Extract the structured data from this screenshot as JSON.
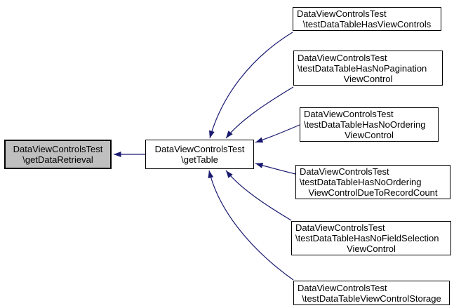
{
  "diagram": {
    "type": "caller-graph",
    "description": "Callers of DataViewControlsTest\\getDataRetrieval via DataViewControlsTest\\getTable"
  },
  "colors": {
    "edge": "#191970",
    "node_border": "#000000",
    "node_fill": "#ffffff",
    "highlight_fill": "#bfbfbf"
  },
  "nodes": {
    "getDataRetrieval": {
      "lines": [
        "DataViewControlsTest",
        "\\getDataRetrieval"
      ],
      "highlighted": true
    },
    "getTable": {
      "lines": [
        "DataViewControlsTest",
        "\\getTable"
      ],
      "highlighted": false
    },
    "hasViewControls": {
      "lines": [
        "DataViewControlsTest",
        "\\testDataTableHasViewControls"
      ],
      "highlighted": false
    },
    "hasNoPaginationViewControl": {
      "lines": [
        "DataViewControlsTest",
        "\\testDataTableHasNoPagination",
        "ViewControl"
      ],
      "highlighted": false
    },
    "hasNoOrderingViewControl": {
      "lines": [
        "DataViewControlsTest",
        "\\testDataTableHasNoOrdering",
        "ViewControl"
      ],
      "highlighted": false
    },
    "hasNoOrderingViewControlDueToRecordCount": {
      "lines": [
        "DataViewControlsTest",
        "\\testDataTableHasNoOrdering",
        "ViewControlDueToRecordCount"
      ],
      "highlighted": false
    },
    "hasNoFieldSelectionViewControl": {
      "lines": [
        "DataViewControlsTest",
        "\\testDataTableHasNoFieldSelection",
        "ViewControl"
      ],
      "highlighted": false
    },
    "viewControlStorage": {
      "lines": [
        "DataViewControlsTest",
        "\\testDataTableViewControlStorage"
      ],
      "highlighted": false
    }
  },
  "edges": [
    {
      "from": "DataViewControlsTest\\getTable",
      "to": "DataViewControlsTest\\getDataRetrieval"
    },
    {
      "from": "DataViewControlsTest\\testDataTableHasViewControls",
      "to": "DataViewControlsTest\\getTable"
    },
    {
      "from": "DataViewControlsTest\\testDataTableHasNoPaginationViewControl",
      "to": "DataViewControlsTest\\getTable"
    },
    {
      "from": "DataViewControlsTest\\testDataTableHasNoOrderingViewControl",
      "to": "DataViewControlsTest\\getTable"
    },
    {
      "from": "DataViewControlsTest\\testDataTableHasNoOrderingViewControlDueToRecordCount",
      "to": "DataViewControlsTest\\getTable"
    },
    {
      "from": "DataViewControlsTest\\testDataTableHasNoFieldSelectionViewControl",
      "to": "DataViewControlsTest\\getTable"
    },
    {
      "from": "DataViewControlsTest\\testDataTableViewControlStorage",
      "to": "DataViewControlsTest\\getTable"
    }
  ]
}
